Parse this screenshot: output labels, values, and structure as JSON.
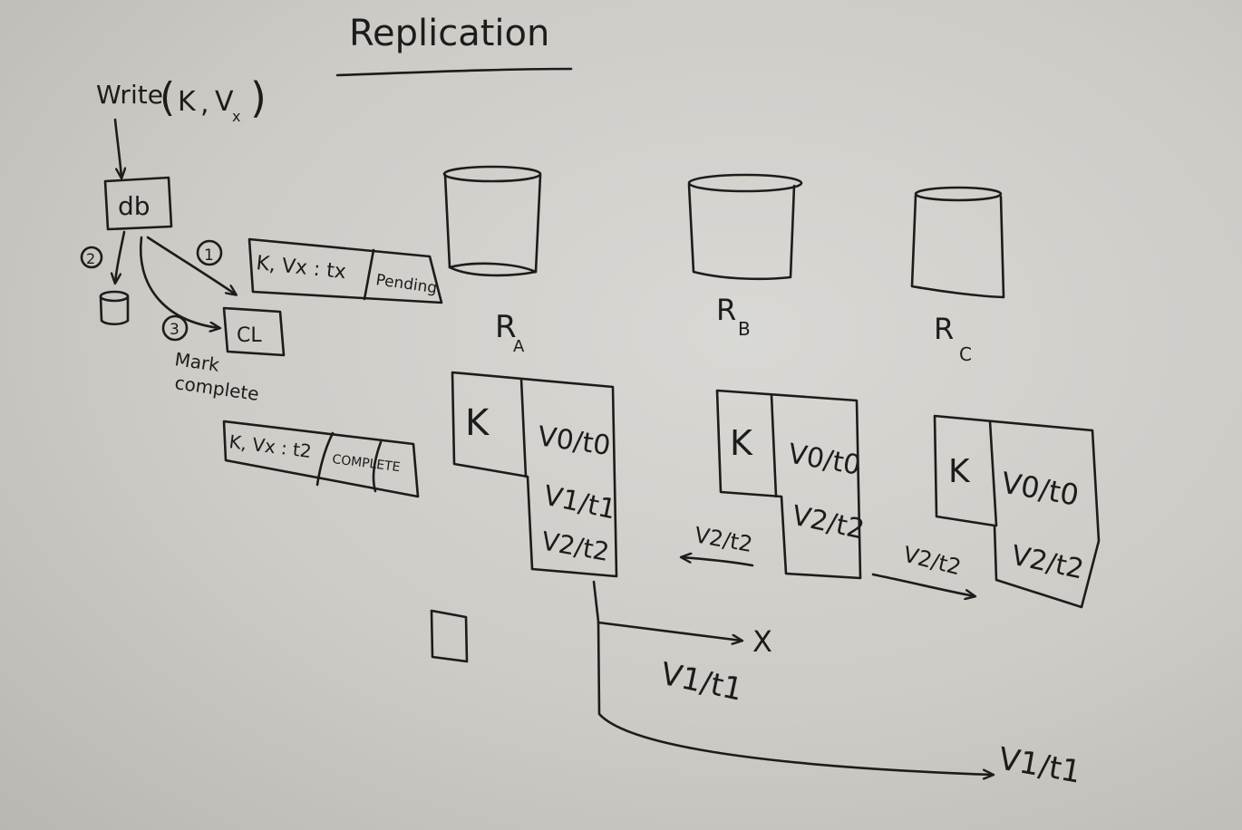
{
  "title": "Replication",
  "write_call": {
    "fn": "Write",
    "key": "K",
    "value": "V",
    "value_sub": "x"
  },
  "db": {
    "label": "db",
    "steps": [
      "1",
      "2",
      "3"
    ]
  },
  "commit_log": {
    "label": "CL",
    "note_line1": "Mark",
    "note_line2": "complete"
  },
  "log_entries": [
    {
      "key_value": "K, Vx : tx",
      "status": "Pending"
    },
    {
      "key_value": "K, Vx : t2",
      "status": "COMPLETE"
    }
  ],
  "replicas": [
    {
      "name": "R",
      "sub": "A",
      "key": "K",
      "versions": [
        "V0/t0",
        "V1/t1",
        "V2/t2"
      ]
    },
    {
      "name": "R",
      "sub": "B",
      "key": "K",
      "versions": [
        "V0/t0",
        "V2/t2"
      ],
      "incoming_label": "V2/t2"
    },
    {
      "name": "R",
      "sub": "C",
      "key": "K",
      "versions": [
        "V0/t0",
        "V2/t2"
      ],
      "incoming_label": "V2/t2"
    }
  ],
  "failed_replication": {
    "target": "X",
    "message_1": "V1/t1",
    "message_2": "V1/t1"
  }
}
